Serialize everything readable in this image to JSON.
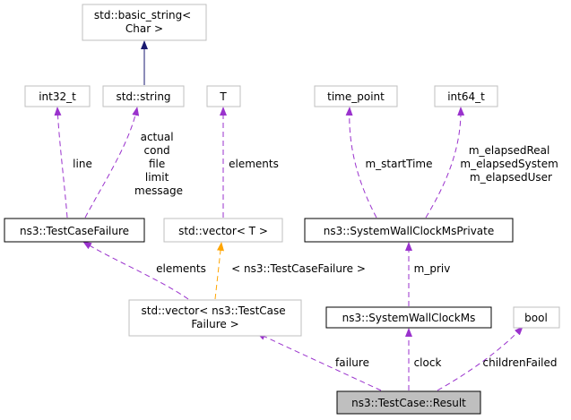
{
  "colors": {
    "inheritance": "#191970",
    "usage": "#9a32cd",
    "template": "#ffa500",
    "node_border": "#bfbfbf",
    "strong_border": "#000000",
    "highlight_fill": "#bfbfbf"
  },
  "nodes": {
    "basic_string": [
      "std::basic_string<",
      "Char >"
    ],
    "int32": [
      "int32_t"
    ],
    "std_string": [
      "std::string"
    ],
    "T": [
      "T"
    ],
    "time_point": [
      "time_point"
    ],
    "int64": [
      "int64_t"
    ],
    "test_case_failure": [
      "ns3::TestCaseFailure"
    ],
    "vector_T": [
      "std::vector< T >"
    ],
    "wall_clock_private": [
      "ns3::SystemWallClockMsPrivate"
    ],
    "vector_failure": [
      "std::vector< ns3::TestCase",
      "Failure >"
    ],
    "wall_clock": [
      "ns3::SystemWallClockMs"
    ],
    "bool": [
      "bool"
    ],
    "result": [
      "ns3::TestCase::Result"
    ]
  },
  "edge_labels": {
    "line": [
      "line"
    ],
    "string_members": [
      "actual",
      "cond",
      "file",
      "limit",
      "message"
    ],
    "elements_t": [
      "elements"
    ],
    "start_time": [
      "m_startTime"
    ],
    "elapsed": [
      "m_elapsedReal",
      "m_elapsedSystem",
      "m_elapsedUser"
    ],
    "elements": [
      "elements"
    ],
    "template_arg": [
      "< ns3::TestCaseFailure >"
    ],
    "m_priv": [
      "m_priv"
    ],
    "failure": [
      "failure"
    ],
    "clock": [
      "clock"
    ],
    "children_failed": [
      "childrenFailed"
    ]
  }
}
